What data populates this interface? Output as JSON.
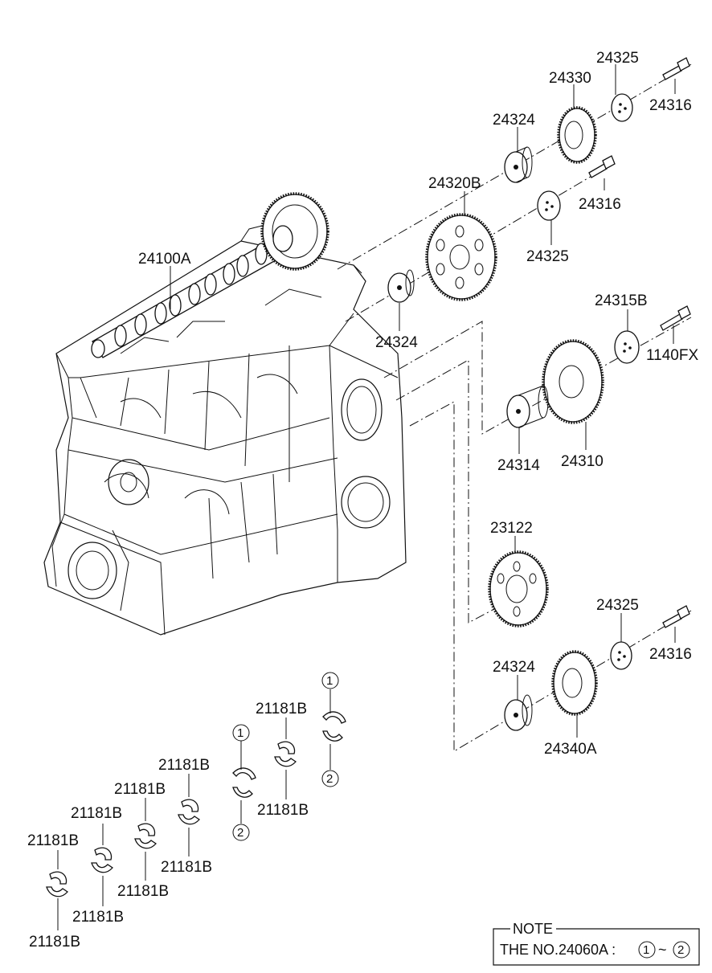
{
  "labels": {
    "l24325_top": "24325",
    "l24330": "24330",
    "l24316_top": "24316",
    "l24324_top": "24324",
    "l24320B": "24320B",
    "l24316_mid": "24316",
    "l24325_mid": "24325",
    "l24100A": "24100A",
    "l24324_mid": "24324",
    "l24315B": "24315B",
    "l1140FX": "1140FX",
    "l24314": "24314",
    "l24310": "24310",
    "l23122": "23122",
    "l24325_low": "24325",
    "l24316_low": "24316",
    "l24324_low": "24324",
    "l24340A": "24340A",
    "b1": "21181B",
    "b2": "21181B",
    "b3": "21181B",
    "b4": "21181B",
    "b5": "21181B",
    "b6": "21181B",
    "b7": "21181B",
    "b8": "21181B",
    "b9": "21181B",
    "b10": "21181B"
  },
  "markers": {
    "one": "1",
    "two": "2"
  },
  "note": {
    "title": "NOTE",
    "text": "THE NO.24060A :",
    "from": "1",
    "tilde": "~",
    "to": "2"
  }
}
